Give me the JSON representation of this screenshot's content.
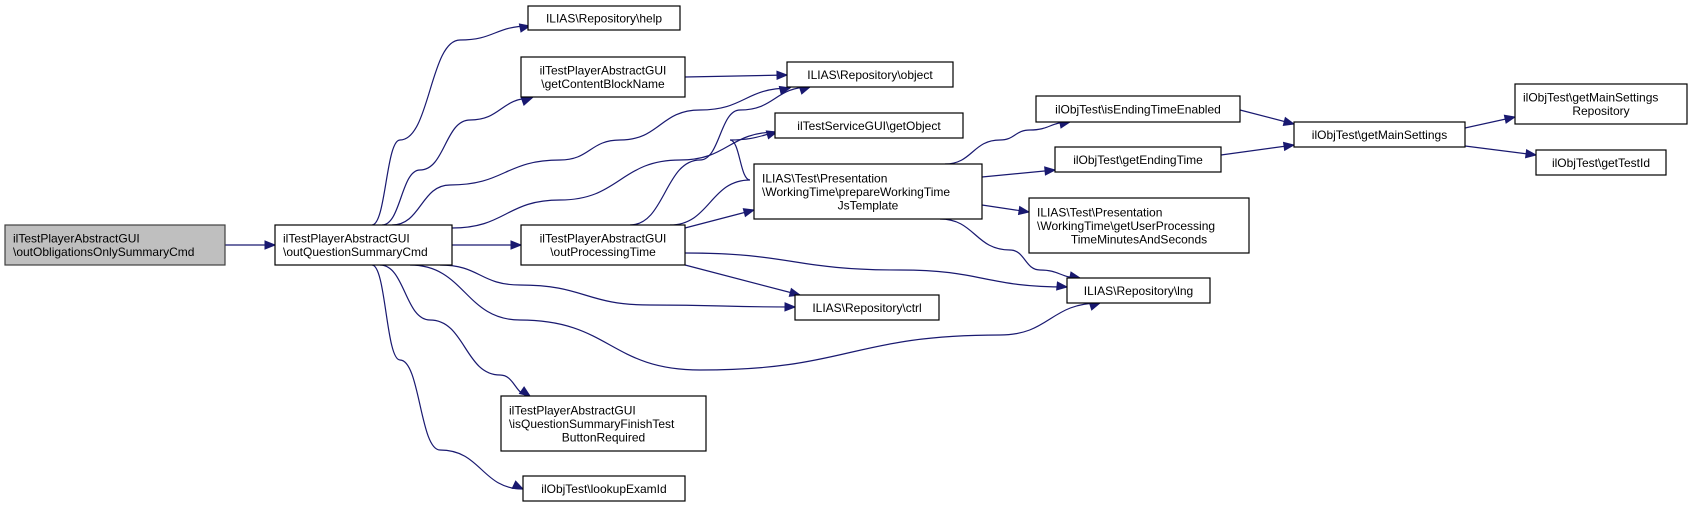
{
  "diagram": {
    "type": "call-graph",
    "edge_color": "#191970",
    "root_fill": "#bfbfbf",
    "nodes": [
      {
        "id": "root",
        "lines": [
          "ilTestPlayerAbstractGUI",
          "\\outObligationsOnlySummaryCmd"
        ],
        "root": true,
        "align": "left"
      },
      {
        "id": "qsum",
        "lines": [
          "ilTestPlayerAbstractGUI",
          "\\outQuestionSummaryCmd"
        ],
        "align": "left"
      },
      {
        "id": "help",
        "lines": [
          "ILIAS\\Repository\\help"
        ],
        "align": "center"
      },
      {
        "id": "cbn",
        "lines": [
          "ilTestPlayerAbstractGUI",
          "\\getContentBlockName"
        ],
        "align": "center"
      },
      {
        "id": "object",
        "lines": [
          "ILIAS\\Repository\\object"
        ],
        "align": "center"
      },
      {
        "id": "getobj",
        "lines": [
          "ilTestServiceGUI\\getObject"
        ],
        "align": "center"
      },
      {
        "id": "proc",
        "lines": [
          "ilTestPlayerAbstractGUI",
          "\\outProcessingTime"
        ],
        "align": "center"
      },
      {
        "id": "prep",
        "lines": [
          "ILIAS\\Test\\Presentation",
          "\\WorkingTime\\prepareWorkingTime",
          "JsTemplate"
        ],
        "align": "left-last-center"
      },
      {
        "id": "ctrl",
        "lines": [
          "ILIAS\\Repository\\ctrl"
        ],
        "align": "center"
      },
      {
        "id": "lng",
        "lines": [
          "ILIAS\\Repository\\lng"
        ],
        "align": "center"
      },
      {
        "id": "finish",
        "lines": [
          "ilTestPlayerAbstractGUI",
          "\\isQuestionSummaryFinishTest",
          "ButtonRequired"
        ],
        "align": "left-last-center"
      },
      {
        "id": "exam",
        "lines": [
          "ilObjTest\\lookupExamId"
        ],
        "align": "center"
      },
      {
        "id": "ending_en",
        "lines": [
          "ilObjTest\\isEndingTimeEnabled"
        ],
        "align": "center"
      },
      {
        "id": "ending",
        "lines": [
          "ilObjTest\\getEndingTime"
        ],
        "align": "center"
      },
      {
        "id": "userproc",
        "lines": [
          "ILIAS\\Test\\Presentation",
          "\\WorkingTime\\getUserProcessing",
          "TimeMinutesAndSeconds"
        ],
        "align": "left-last-center"
      },
      {
        "id": "mainset",
        "lines": [
          "ilObjTest\\getMainSettings"
        ],
        "align": "center"
      },
      {
        "id": "msrepo",
        "lines": [
          "ilObjTest\\getMainSettings",
          "Repository"
        ],
        "align": "left-last-center"
      },
      {
        "id": "testid",
        "lines": [
          "ilObjTest\\getTestId"
        ],
        "align": "center"
      }
    ],
    "edges": [
      {
        "from": "root",
        "to": "qsum"
      },
      {
        "from": "qsum",
        "to": "help"
      },
      {
        "from": "qsum",
        "to": "cbn"
      },
      {
        "from": "qsum",
        "to": "object"
      },
      {
        "from": "qsum",
        "to": "getobj"
      },
      {
        "from": "qsum",
        "to": "proc"
      },
      {
        "from": "qsum",
        "to": "ctrl"
      },
      {
        "from": "qsum",
        "to": "lng"
      },
      {
        "from": "qsum",
        "to": "finish"
      },
      {
        "from": "qsum",
        "to": "exam"
      },
      {
        "from": "cbn",
        "to": "object"
      },
      {
        "from": "proc",
        "to": "object"
      },
      {
        "from": "proc",
        "to": "getobj"
      },
      {
        "from": "proc",
        "to": "prep"
      },
      {
        "from": "proc",
        "to": "ctrl"
      },
      {
        "from": "proc",
        "to": "lng"
      },
      {
        "from": "prep",
        "to": "ending_en"
      },
      {
        "from": "prep",
        "to": "ending"
      },
      {
        "from": "prep",
        "to": "userproc"
      },
      {
        "from": "prep",
        "to": "lng"
      },
      {
        "from": "ending_en",
        "to": "mainset"
      },
      {
        "from": "ending",
        "to": "mainset"
      },
      {
        "from": "mainset",
        "to": "msrepo"
      },
      {
        "from": "mainset",
        "to": "testid"
      }
    ]
  }
}
